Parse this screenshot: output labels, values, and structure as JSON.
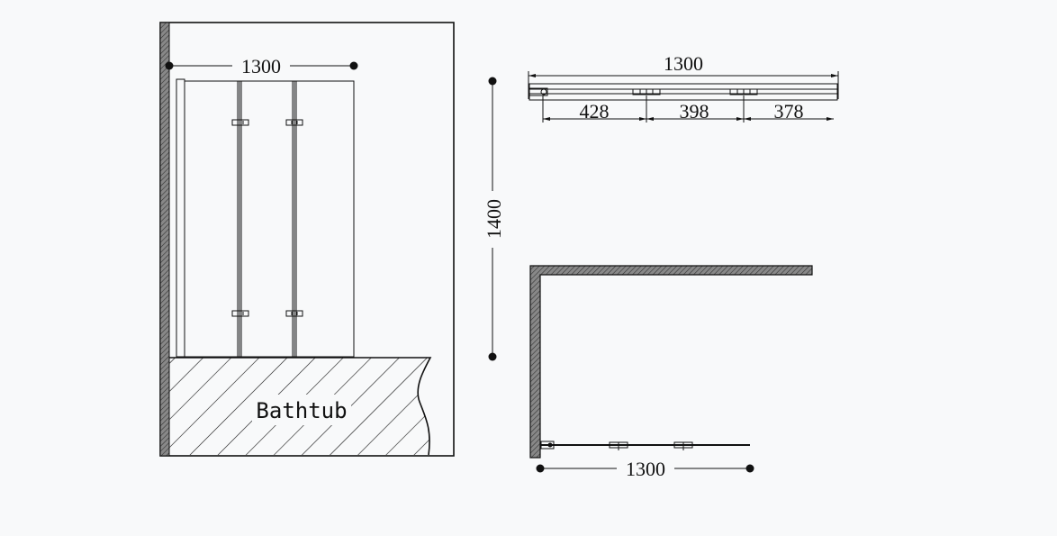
{
  "elevation": {
    "width_label": "1300",
    "height_label": "1400",
    "bathtub_label": "Bathtub"
  },
  "top_view": {
    "total_label": "1300",
    "panels": [
      "428",
      "398",
      "378"
    ]
  },
  "plan_view": {
    "width_label": "1300"
  },
  "colors": {
    "background": "#f8f9fa",
    "line": "#111111",
    "wall_fill": "#666666"
  }
}
